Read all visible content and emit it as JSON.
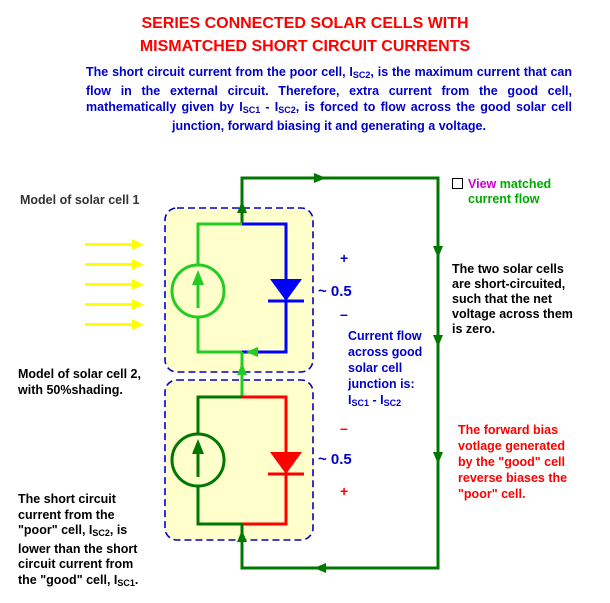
{
  "title": {
    "line1": "SERIES CONNECTED SOLAR CELLS WITH",
    "line2": "MISMATCHED SHORT CIRCUIT CURRENTS"
  },
  "intro": {
    "p1": "The short circuit current from the poor cell, I",
    "sub1": "SC2",
    "p2": ", is the maximum current that can flow in the external circuit. Therefore, extra current from the good cell, mathematically given by I",
    "sub2": "SC1",
    "p3": " - I",
    "sub3": "SC2",
    "p4": ", is forced to flow across the good solar cell junction, forward biasing it and generating a voltage."
  },
  "labels": {
    "cell1": "Model of solar cell 1",
    "cell2_line1": "Model of solar cell 2,",
    "cell2_line2": "with 50%shading."
  },
  "checkbox": {
    "view": "View",
    "matched": "matched",
    "current_flow": "current flow"
  },
  "voltage": {
    "top_plus": "+",
    "top_value": "~ 0.5",
    "top_minus": "–",
    "bot_minus": "–",
    "bot_value": "~ 0.5",
    "bot_plus": "+"
  },
  "notes": {
    "shorted": [
      "The two solar cells",
      "are short-circuited,",
      "such that the net",
      "voltage across them",
      "is zero."
    ],
    "junction": [
      "Current flow",
      "across good",
      "solar cell",
      "junction is:"
    ],
    "junction_formula": {
      "i1": "I",
      "s1": "SC1",
      "minus": " - ",
      "i2": "I",
      "s2": "SC2"
    },
    "forward_bias": [
      "The forward bias",
      "votlage generated",
      "by the \"good\" cell",
      "reverse biases the",
      "\"poor\" cell."
    ],
    "poor_cell": {
      "l1": "The short circuit",
      "l2": "current from the",
      "l3a": "\"poor\" cell, I",
      "l3sub": "SC2",
      "l3b": ", is",
      "l4": "lower than the short",
      "l5": "circuit current from",
      "l6a": "the \"good\" cell, I",
      "l6sub": "SC1",
      "l6b": "."
    }
  },
  "colors": {
    "title": "#ff0000",
    "intro": "#0000cc",
    "wire_dark_green": "#007700",
    "wire_light_green": "#22cc22",
    "wire_red": "#ff0000",
    "good_diode": "#0000ff",
    "poor_diode": "#ff0000",
    "light_arrows": "#ffff00",
    "cell_fill": "#ffffcc"
  }
}
